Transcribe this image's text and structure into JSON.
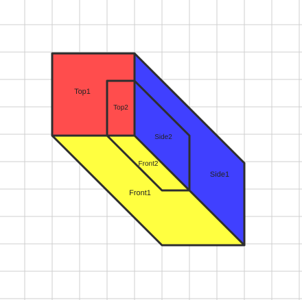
{
  "labels": {
    "top1": "Top1",
    "top2": "Top2",
    "side1": "Side1",
    "side2": "Side2",
    "front1": "Front1",
    "front2": "Front2"
  },
  "colors": {
    "grid": "#cfcfcf",
    "top": "#ff4d4d",
    "side": "#4040ff",
    "front": "#ffff40",
    "outline": "#2e2e2e",
    "background": "#ffffff"
  }
}
